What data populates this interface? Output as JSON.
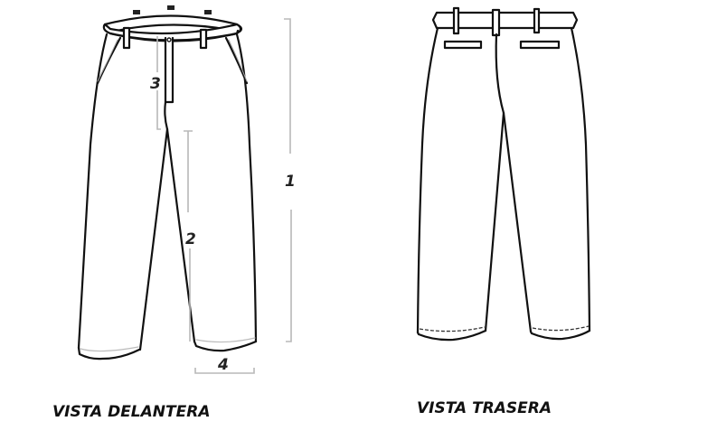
{
  "diagram": {
    "front_view": {
      "caption": "VISTA DELANTERA",
      "measurements": [
        {
          "id": "1",
          "label": "1"
        },
        {
          "id": "2",
          "label": "2"
        },
        {
          "id": "3",
          "label": "3"
        },
        {
          "id": "4",
          "label": "4"
        }
      ]
    },
    "back_view": {
      "caption": "VISTA TRASERA"
    },
    "colors": {
      "outline": "#111111",
      "dimension_line": "#b8b8b8",
      "background": "#ffffff"
    }
  }
}
